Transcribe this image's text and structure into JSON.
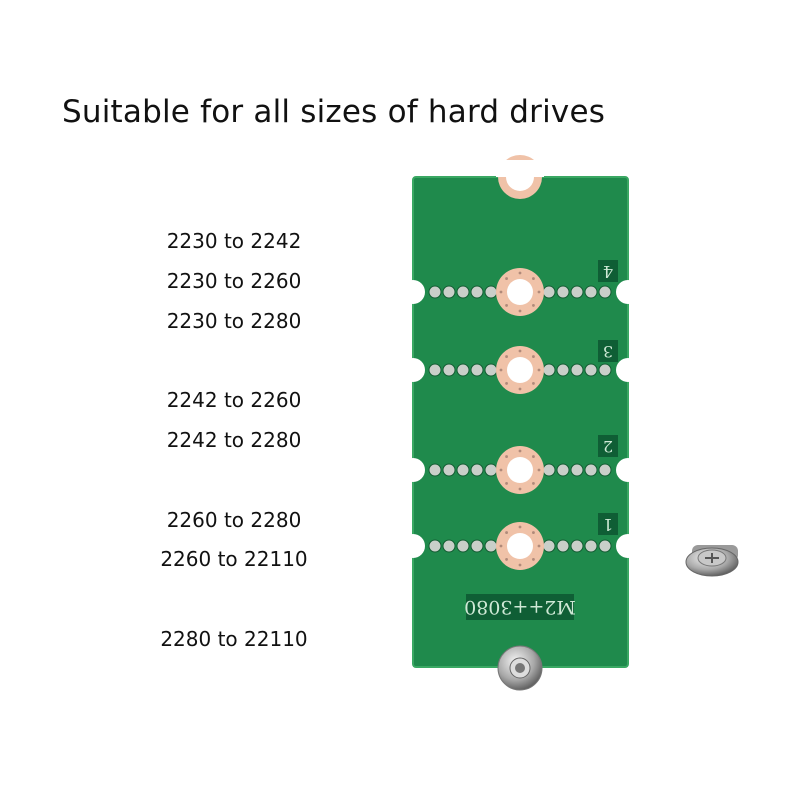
{
  "title": "Suitable for all sizes of hard drives",
  "sizes": [
    "2230 to 2242",
    "2230 to 2260",
    "2230 to 2280",
    "2242 to 2260",
    "2242 to 2280",
    "2260 to 2280",
    "2260 to 22110",
    "2280 to 22110"
  ],
  "board": {
    "position_labels": [
      "4",
      "3",
      "2",
      "1"
    ],
    "model_label": "M2++3080",
    "color": "#1f8a4c",
    "pad_color": "#f0c2a8"
  }
}
